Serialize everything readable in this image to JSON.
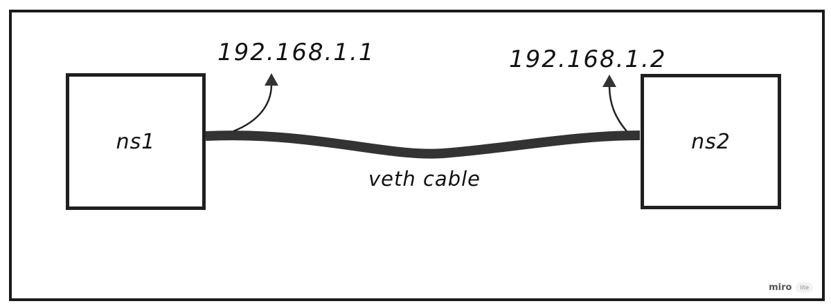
{
  "diagram": {
    "namespaces": [
      {
        "id": "ns1",
        "label": "ns1",
        "ip": "192.168.1.1"
      },
      {
        "id": "ns2",
        "label": "ns2",
        "ip": "192.168.1.2"
      }
    ],
    "cable": {
      "label": "veth cable"
    },
    "colors": {
      "stroke": "#1f1f1f",
      "cable": "#333333",
      "background": "#ffffff"
    }
  },
  "watermark": {
    "brand": "miro",
    "badge": "lite"
  }
}
